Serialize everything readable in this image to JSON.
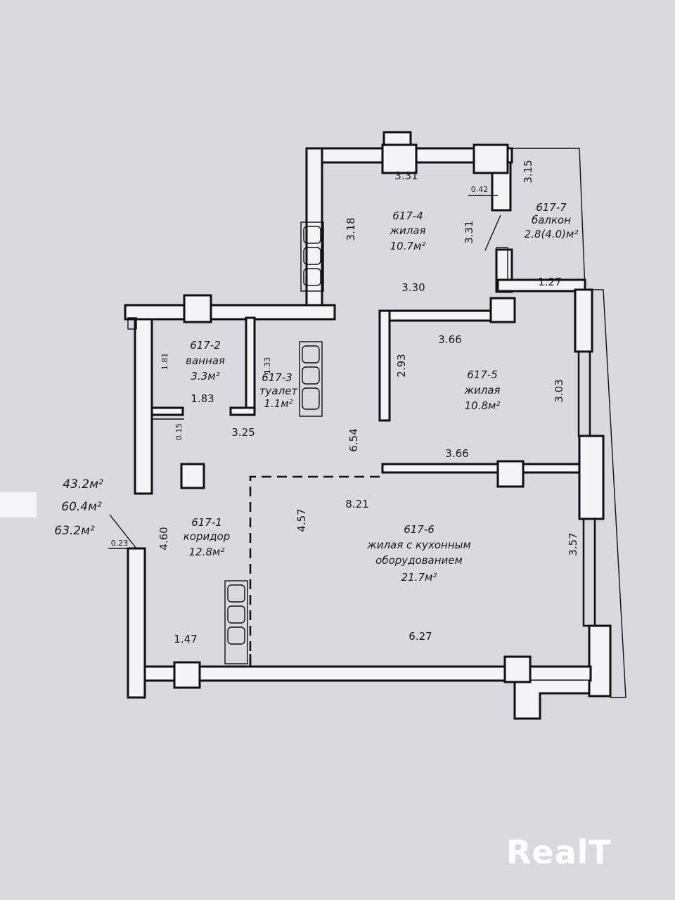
{
  "plan": {
    "rooms": [
      {
        "id": "617-1",
        "name": "коридор",
        "area": "12.8м²"
      },
      {
        "id": "617-2",
        "name": "ванная",
        "area": "3.3м²"
      },
      {
        "id": "617-3",
        "name": "туалет",
        "area": "1.1м²"
      },
      {
        "id": "617-4",
        "name": "жилая",
        "area": "10.7м²"
      },
      {
        "id": "617-5",
        "name": "жилая",
        "area": "10.8м²"
      },
      {
        "id": "617-6",
        "name_line1": "жилая с кухонным",
        "name_line2": "оборудованием",
        "area": "21.7м²"
      },
      {
        "id": "617-7",
        "name": "балкон",
        "area": "2.8(4.0)м²"
      }
    ],
    "dimensions": [
      "3.31",
      "3.15",
      "0.42",
      "3.31",
      "3.18",
      "3.30",
      "1.27",
      "3.66",
      "2.93",
      "3.03",
      "1.81",
      "1.33",
      "1.83",
      "0.15",
      "3.25",
      "6.54",
      "3.66",
      "8.21",
      "4.60",
      "4.57",
      "3.57",
      "0.23",
      "1.47",
      "6.27"
    ],
    "totals": [
      "43.2м²",
      "60.4м²",
      "63.2м²"
    ]
  },
  "watermark": "RealT"
}
